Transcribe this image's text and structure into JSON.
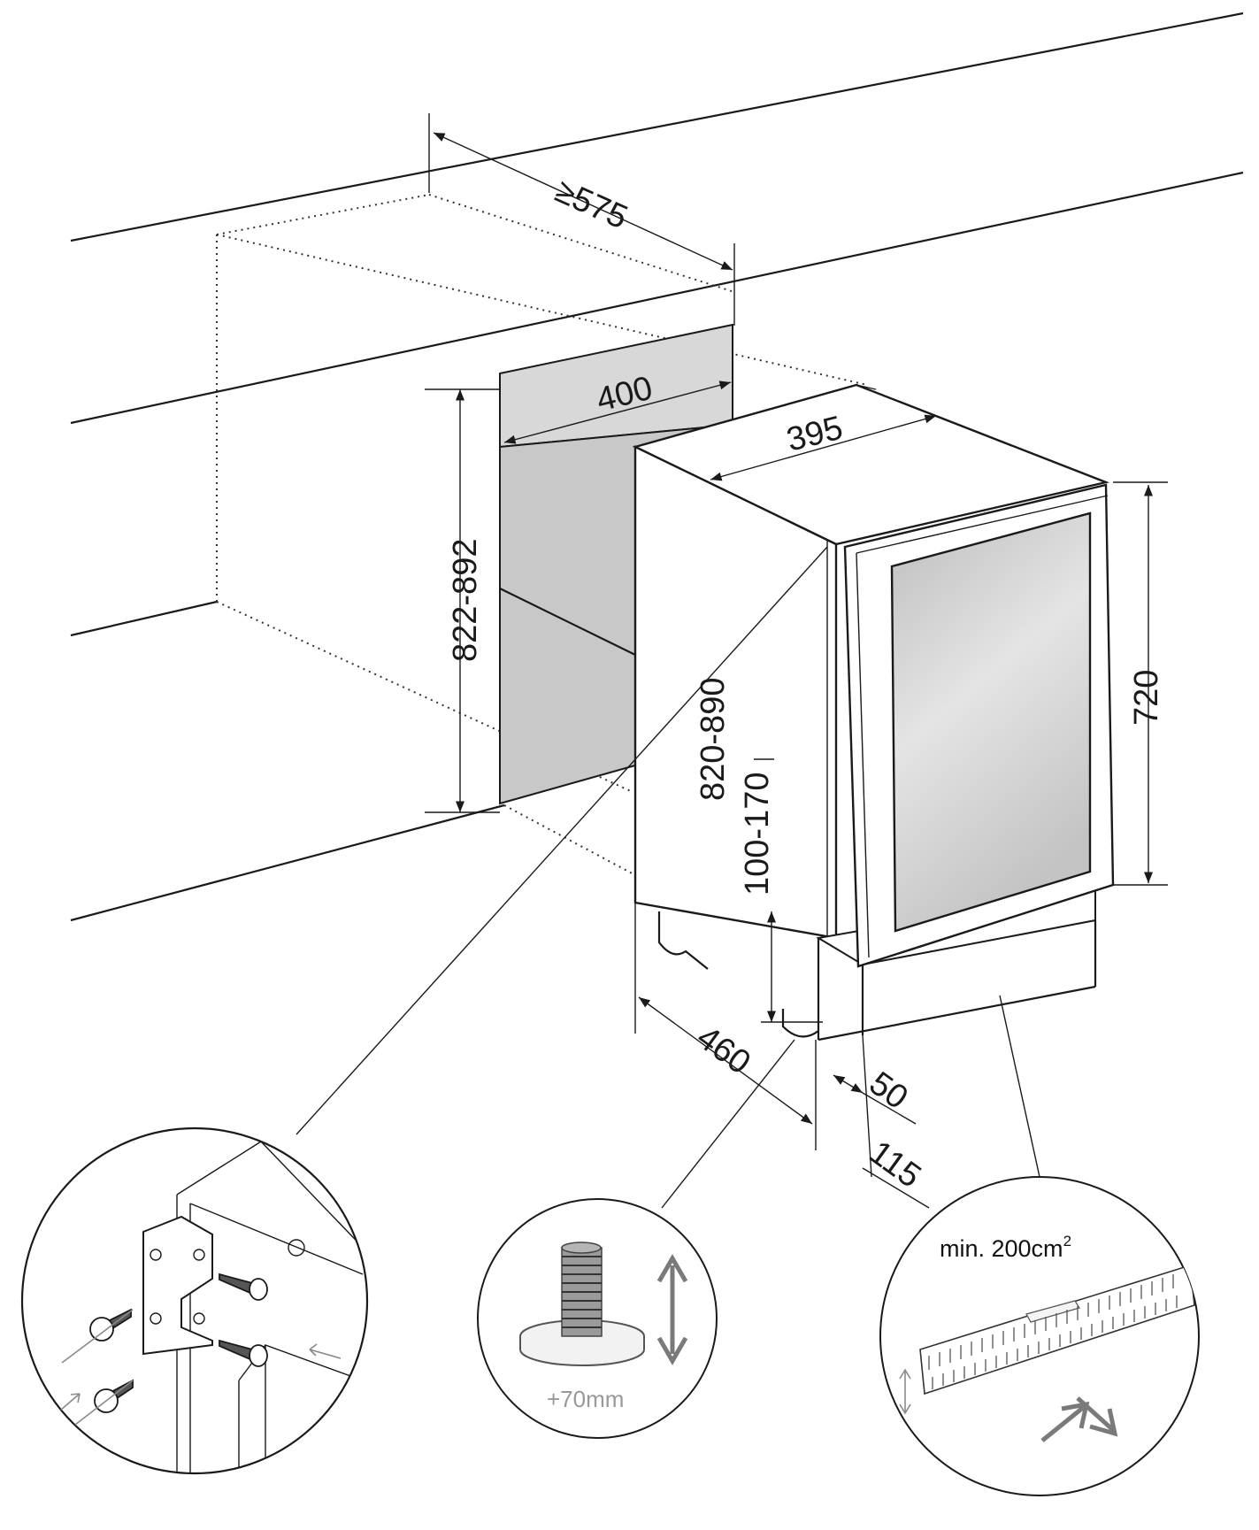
{
  "dimensions": {
    "depth_min": "≥575",
    "niche_width": "400",
    "unit_width": "395",
    "niche_height": "822-892",
    "unit_height": "820-890",
    "plinth_height": "100-170",
    "door_height": "720",
    "unit_depth": "460",
    "door_offset": "50",
    "plinth_offset": "115"
  },
  "details": {
    "foot_adjust": "+70mm",
    "vent_area_prefix": "min. 200cm",
    "vent_area_sup": "2"
  },
  "colors": {
    "line": "#1a1a1a",
    "niche_fill": "#cfcfcf",
    "glass_fill": "#d2d2d2",
    "arrow_grey": "#7a7a7a"
  }
}
